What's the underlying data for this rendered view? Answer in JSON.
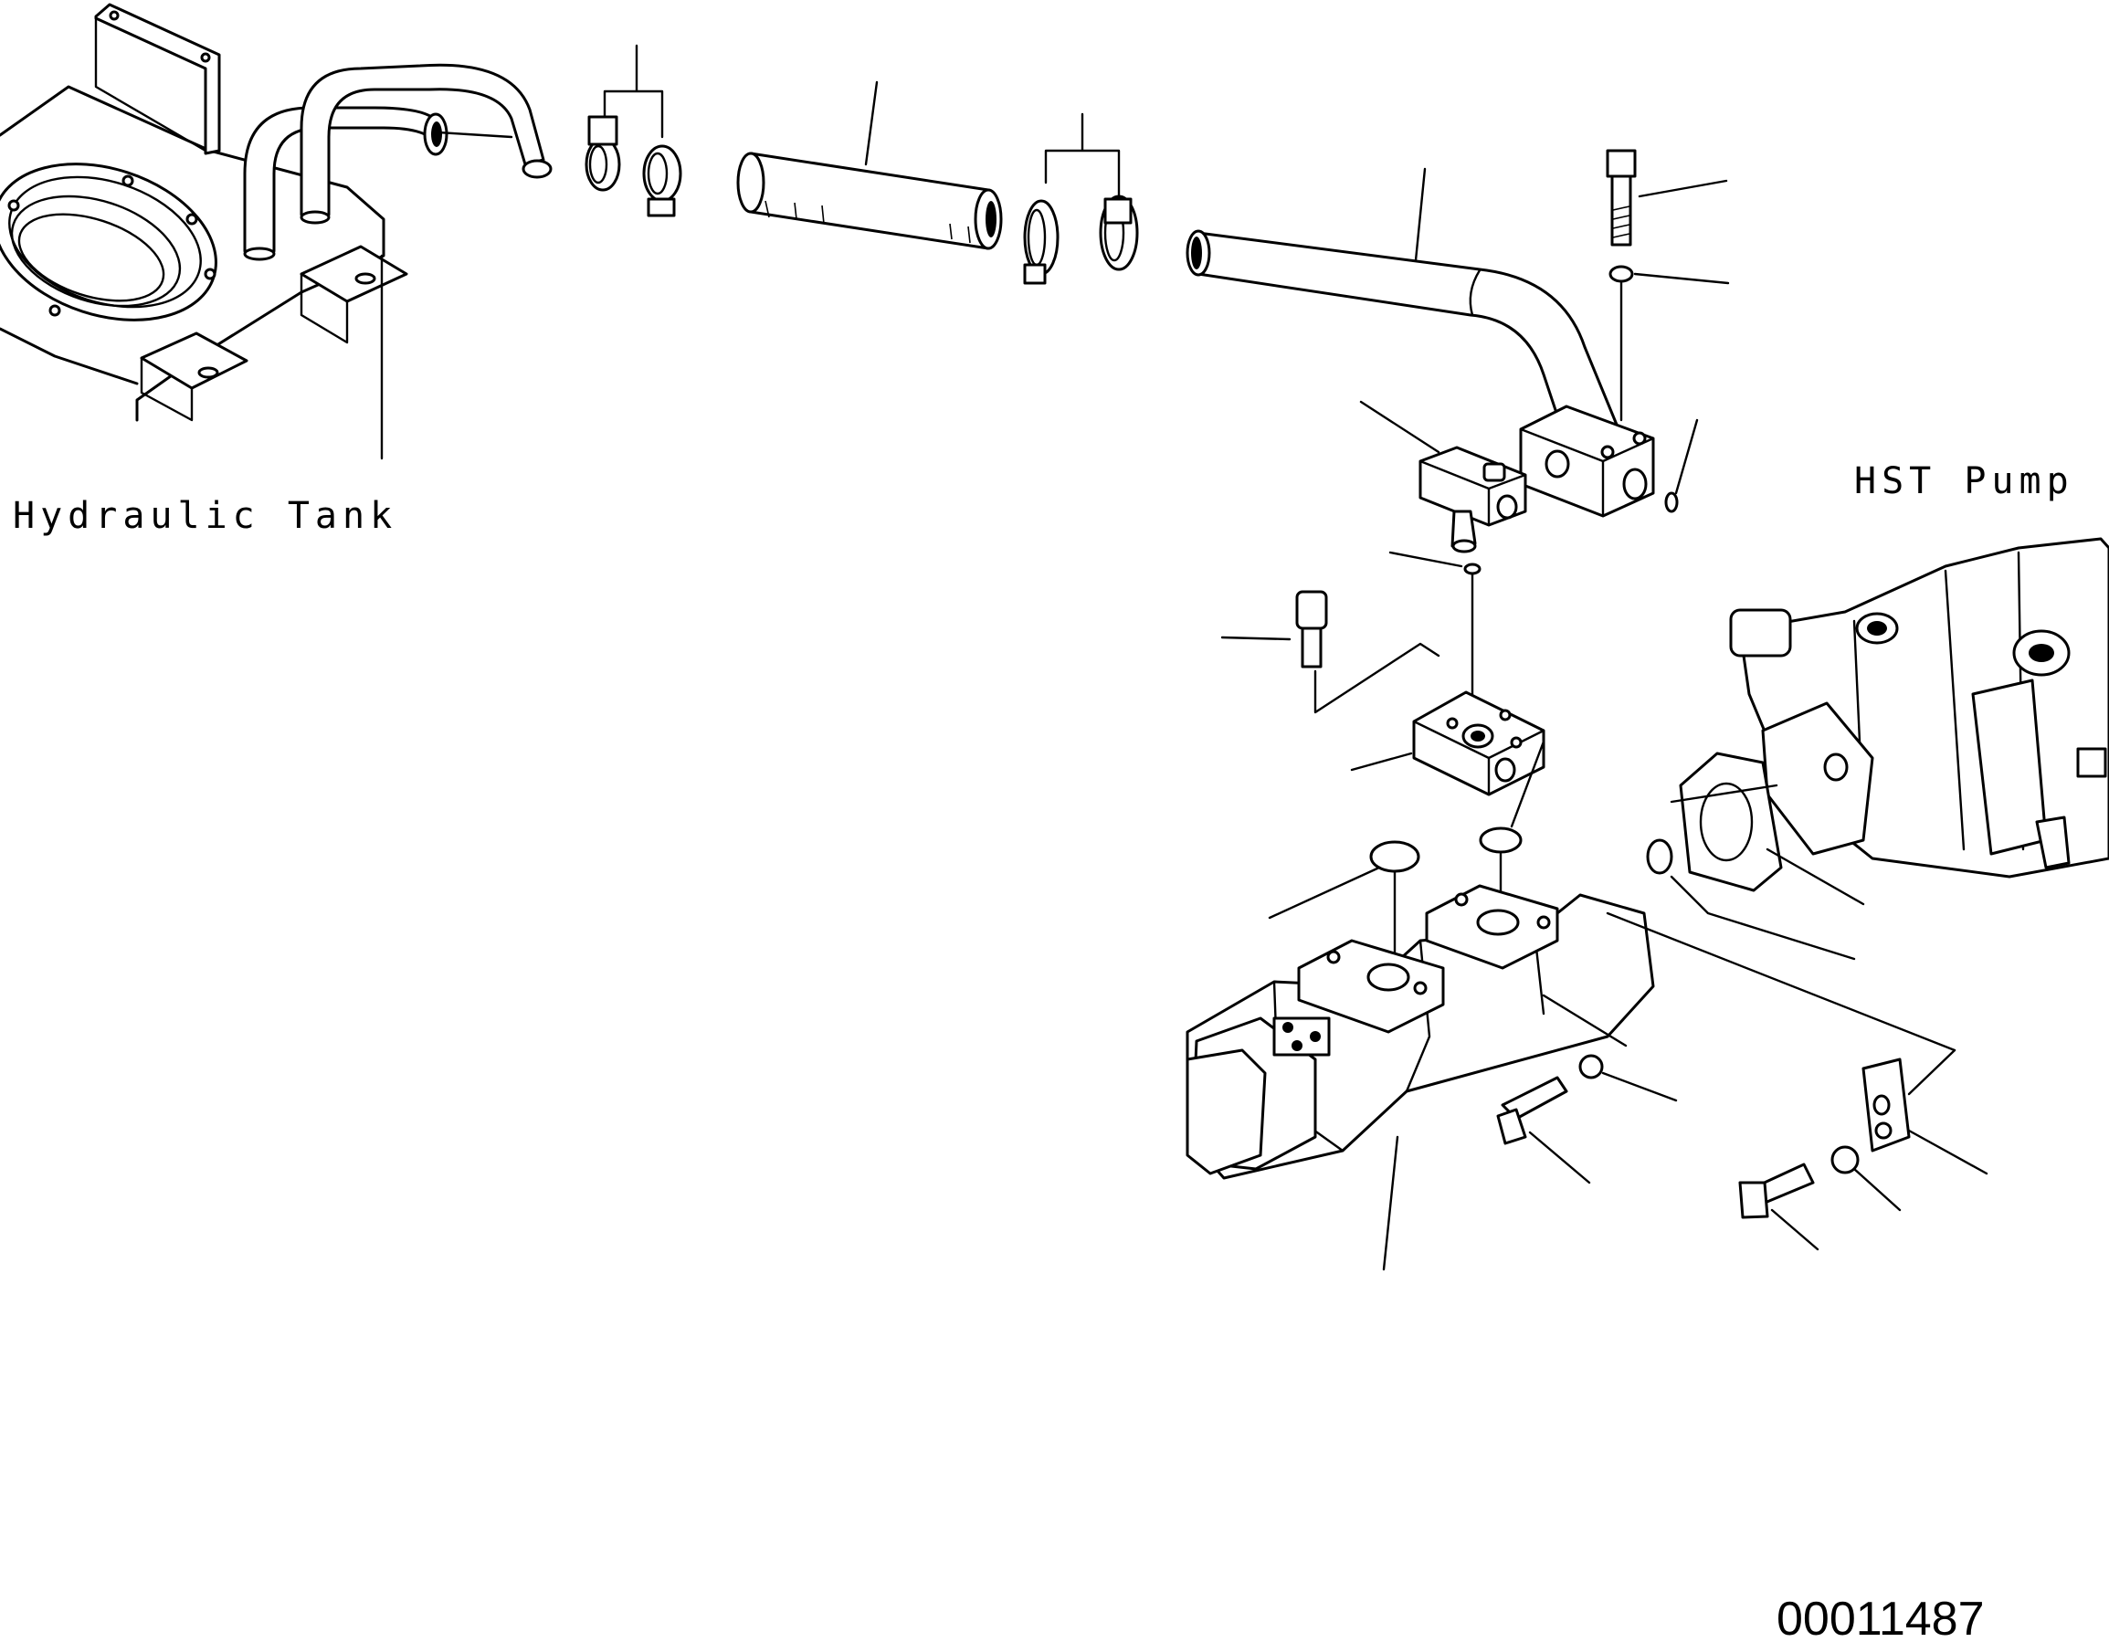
{
  "labels": {
    "hydraulic_tank": "Hydraulic Tank",
    "hst_pump": "HST Pump"
  },
  "drawing_number": "00011487"
}
